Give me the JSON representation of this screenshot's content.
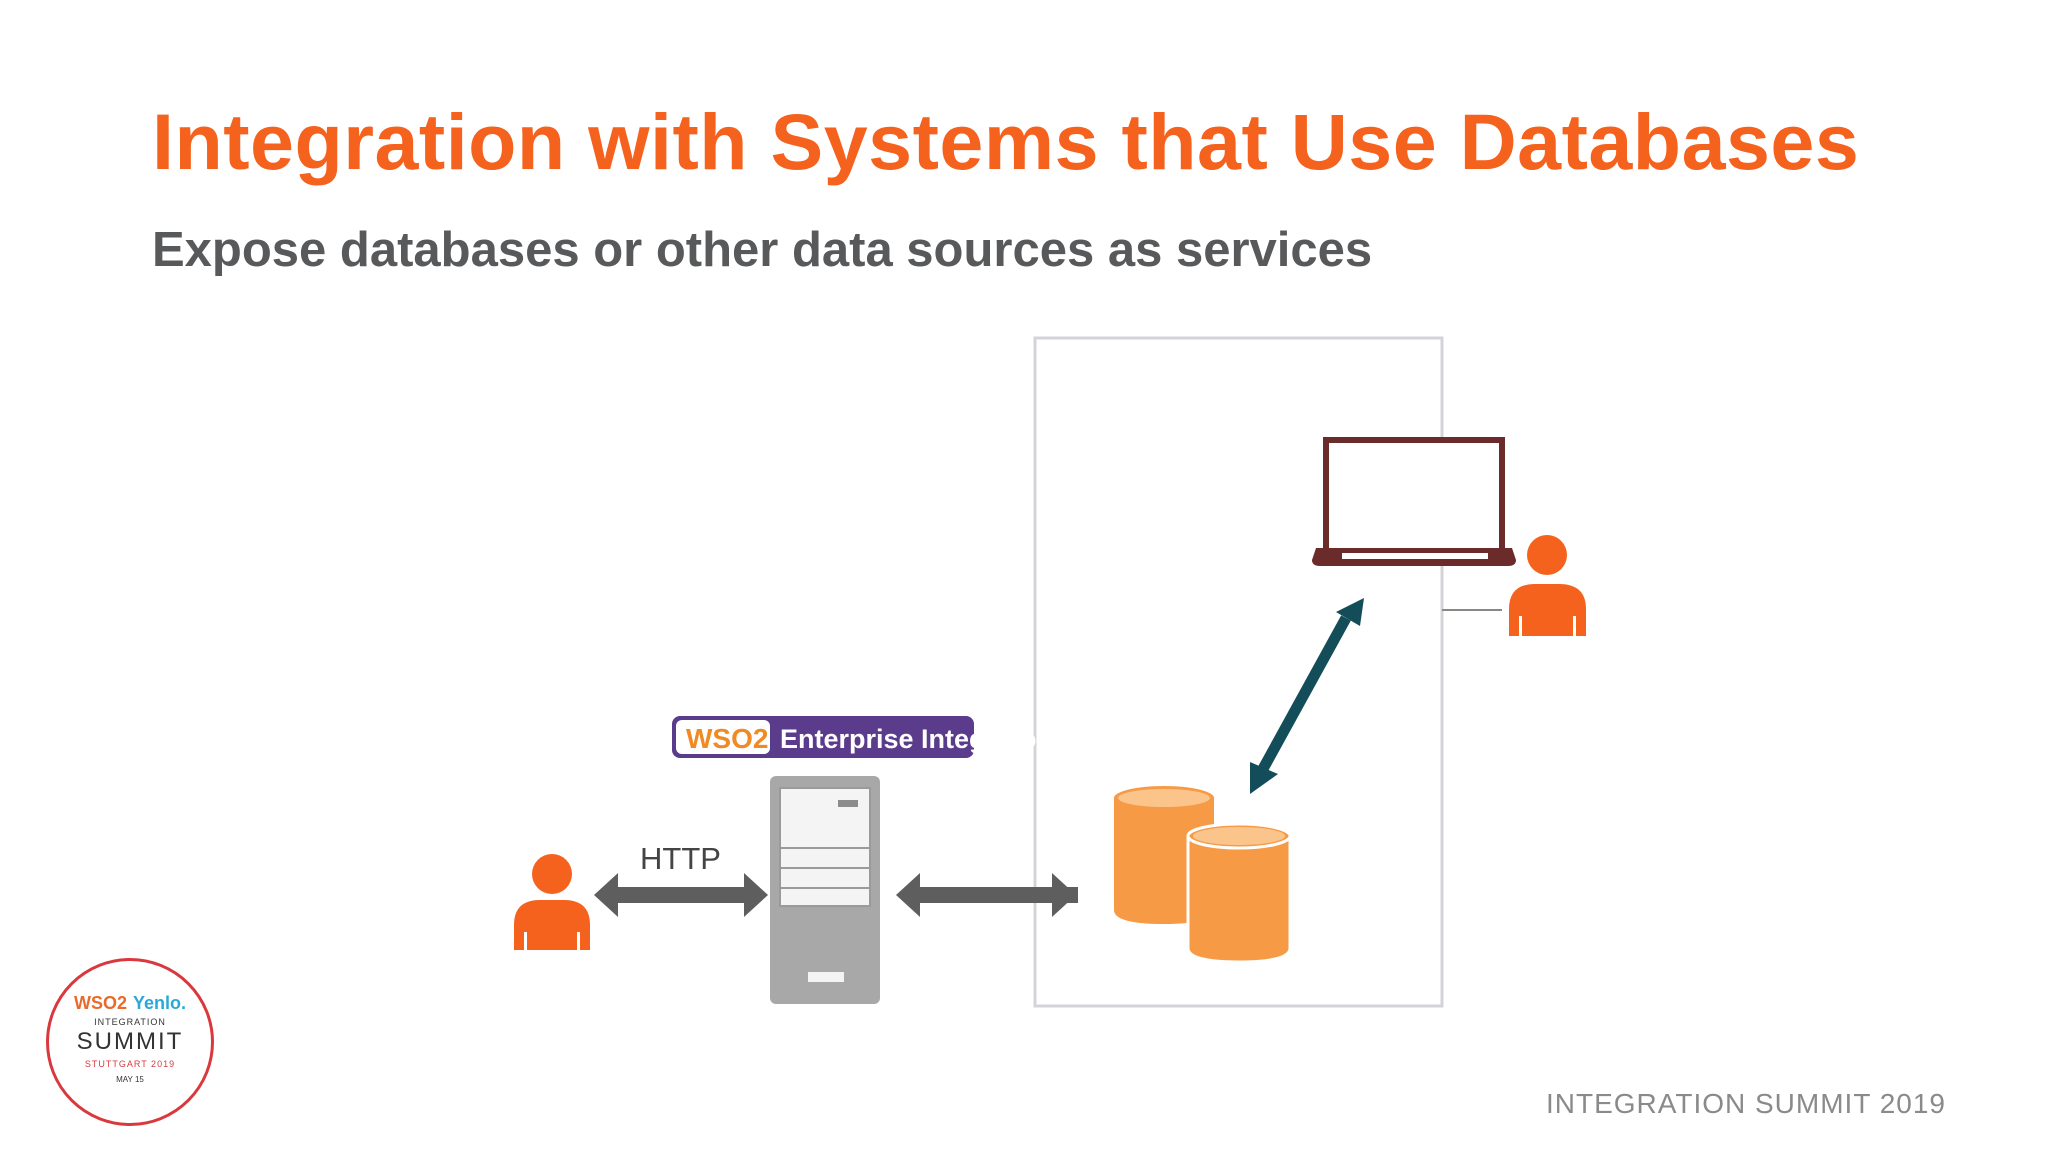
{
  "slide": {
    "title": "Integration with Systems that Use Databases",
    "subtitle": "Expose databases or other data sources as services",
    "footer": "INTEGRATION SUMMIT 2019"
  },
  "diagram": {
    "http_label": "HTTP",
    "badge": {
      "logo_text": "WSO2",
      "product": "Enterprise Integrator"
    },
    "colors": {
      "person": "#f4621e",
      "arrow": "#5e5e5e",
      "database": "#f79a45",
      "database_top": "#fbc48b",
      "db_arrow": "#124d59",
      "laptop_frame": "#6b2b2b",
      "server": "#a8a8a8",
      "badge_bg": "#5b3b8c"
    },
    "icons": [
      "person-icon",
      "server-icon",
      "database-icon",
      "laptop-icon"
    ]
  },
  "logo": {
    "wso2": "WSO2",
    "yenlo": "Yenlo.",
    "integration": "INTEGRATION",
    "summit": "SUMMIT",
    "location": "STUTTGART 2019",
    "date": "MAY 15"
  }
}
